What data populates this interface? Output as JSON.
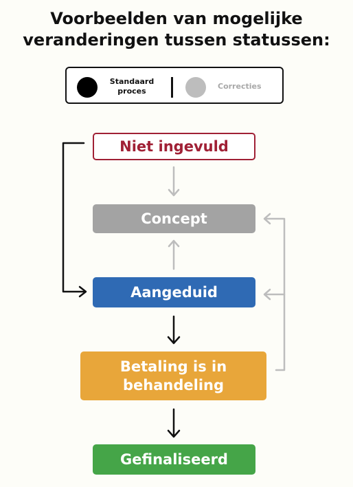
{
  "title": {
    "line1": "Voorbeelden van mogelijke",
    "line2": "veranderingen tussen statussen:"
  },
  "legend": {
    "standard_line1": "Standaard",
    "standard_line2": "proces",
    "corrections": "Correcties",
    "standard_color": "#000000",
    "corrections_color": "#bdbdbd"
  },
  "statuses": {
    "not_filled": {
      "label": "Niet ingevuld",
      "color": "#a02035"
    },
    "concept": {
      "label": "Concept",
      "color": "#a3a3a3"
    },
    "marked": {
      "label": "Aangeduid",
      "color": "#2f6ab4"
    },
    "payment_line1": "Betaling is in",
    "payment_line2": "behandeling",
    "payment_color": "#e8a63a",
    "finalized": {
      "label": "Gefinaliseerd",
      "color": "#45a548"
    }
  }
}
